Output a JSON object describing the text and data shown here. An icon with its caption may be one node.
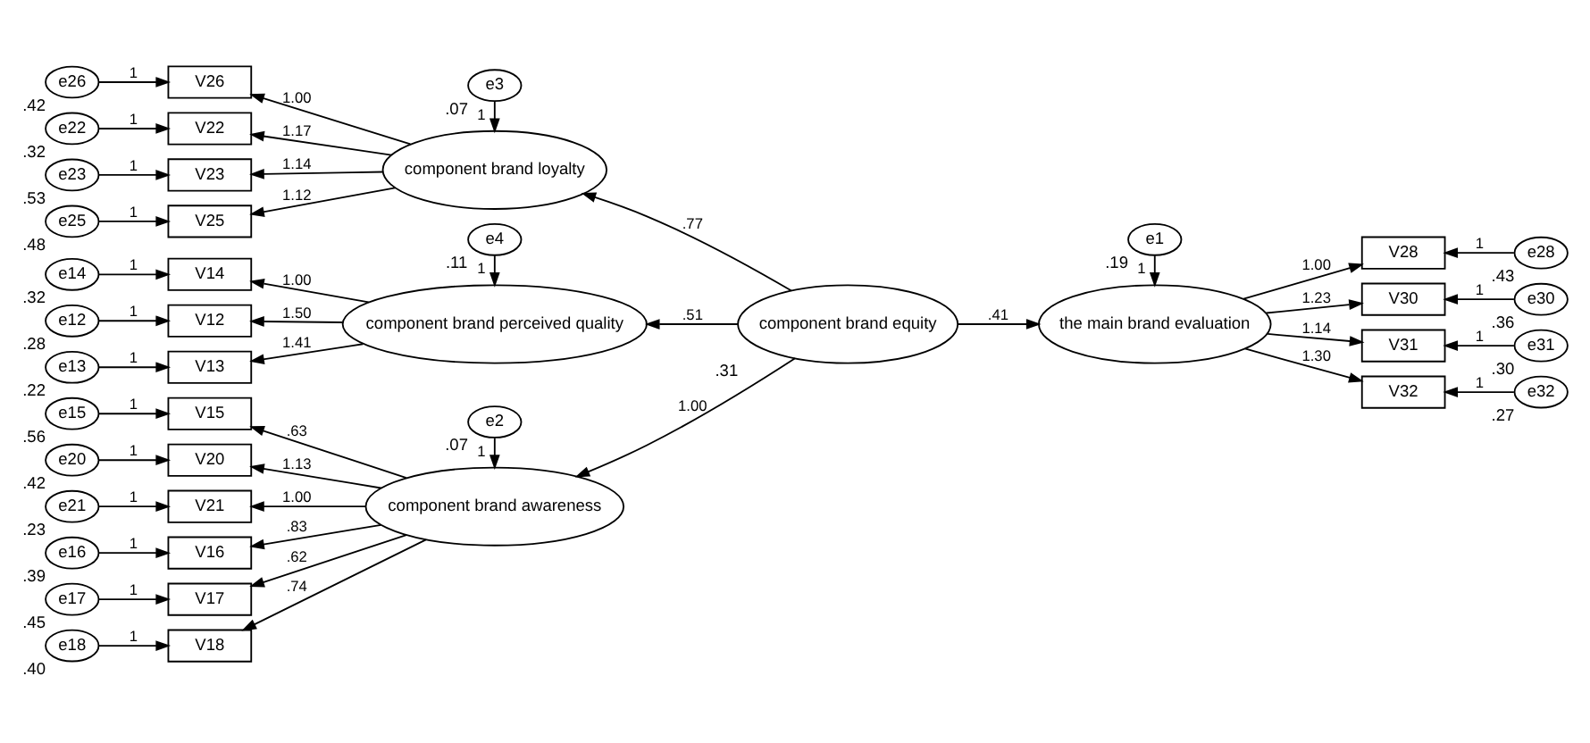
{
  "diagram": {
    "nodes": [
      {
        "text": [
          "e15"
        ],
        "beside": [
          ".56"
        ]
      },
      {
        "text": [
          "V15"
        ]
      },
      {
        "text": [
          "e16"
        ],
        "beside": [
          ".39"
        ]
      },
      {
        "text": [
          "V16"
        ]
      },
      {
        "text": [
          "e17"
        ],
        "beside": [
          ".45"
        ]
      },
      {
        "text": [
          "V17"
        ]
      },
      {
        "text": [
          "e18"
        ],
        "beside": [
          ".40"
        ]
      },
      {
        "text": [
          "V18"
        ]
      },
      {
        "text": [
          "e20"
        ],
        "beside": [
          ".42"
        ]
      },
      {
        "text": [
          "V20"
        ]
      },
      {
        "text": [
          "e21"
        ],
        "beside": [
          ".23"
        ]
      },
      {
        "text": [
          "V21"
        ]
      },
      {
        "text": [
          "e2"
        ],
        "beside": [
          ".07"
        ]
      },
      {
        "text": [
          "component brand awareness"
        ]
      },
      {
        "text": [
          "e22"
        ],
        "beside": [
          ".32"
        ]
      },
      {
        "text": [
          "V22"
        ]
      },
      {
        "text": [
          "e23"
        ],
        "beside": [
          ".53"
        ]
      },
      {
        "text": [
          "V23"
        ]
      },
      {
        "text": [
          "e25"
        ],
        "beside": [
          ".48"
        ]
      },
      {
        "text": [
          "V25"
        ]
      },
      {
        "text": [
          "e26"
        ],
        "beside": [
          ".42"
        ]
      },
      {
        "text": [
          "V26"
        ]
      },
      {
        "text": [
          "e3"
        ],
        "beside": [
          ".07"
        ]
      },
      {
        "text": [
          "component brand loyalty"
        ]
      },
      {
        "text": [
          "component brand equity"
        ],
        "beside": [
          ".31"
        ]
      },
      {
        "text": [
          "e1"
        ],
        "beside": [
          ".19"
        ]
      },
      {
        "text": [
          "the main brand evaluation"
        ]
      },
      {
        "text": [
          "V28"
        ]
      },
      {
        "text": [
          "e28"
        ],
        "beside": [
          ".43"
        ]
      },
      {
        "text": [
          "V30"
        ]
      },
      {
        "text": [
          "e30"
        ],
        "beside": [
          ".36"
        ]
      },
      {
        "text": [
          "V31"
        ]
      },
      {
        "text": [
          "e31"
        ],
        "beside": [
          ".30"
        ]
      },
      {
        "text": [
          "V32"
        ]
      },
      {
        "text": [
          "e32"
        ],
        "beside": [
          ".27"
        ]
      },
      {
        "text": [
          "e4"
        ],
        "beside": [
          ".11"
        ]
      },
      {
        "text": [
          "component brand perceived quality"
        ]
      },
      {
        "text": [
          "e12"
        ],
        "beside": [
          ".28"
        ]
      },
      {
        "text": [
          "V12"
        ]
      },
      {
        "text": [
          "e13"
        ],
        "beside": [
          ".22"
        ]
      },
      {
        "text": [
          "V13"
        ]
      },
      {
        "text": [
          "e14"
        ],
        "beside": [
          ".32"
        ]
      },
      {
        "text": [
          "V14"
        ]
      }
    ],
    "edges": [
      {
        "from": 0,
        "to": 1,
        "arrow": "to",
        "label": "1"
      },
      {
        "from": 2,
        "to": 3,
        "arrow": "to",
        "label": "1"
      },
      {
        "from": 4,
        "to": 5,
        "arrow": "to",
        "label": "1"
      },
      {
        "from": 6,
        "to": 7,
        "arrow": "to",
        "label": "1"
      },
      {
        "from": 8,
        "to": 9,
        "arrow": "to",
        "label": "1"
      },
      {
        "from": 10,
        "to": 11,
        "arrow": "to",
        "label": "1"
      },
      {
        "from": 12,
        "to": 13,
        "arrow": "to",
        "label": "1"
      },
      {
        "from": 13,
        "to": 1,
        "arrow": "to",
        "label": ".63"
      },
      {
        "from": 13,
        "to": 3,
        "arrow": "to",
        "label": ".83"
      },
      {
        "from": 13,
        "to": 5,
        "arrow": "to",
        "label": ".62"
      },
      {
        "from": 13,
        "to": 7,
        "arrow": "to",
        "label": ".74"
      },
      {
        "from": 13,
        "to": 9,
        "arrow": "to",
        "label": "1.13"
      },
      {
        "from": 13,
        "to": 11,
        "arrow": "to",
        "label": "1.00"
      },
      {
        "from": 14,
        "to": 15,
        "arrow": "to",
        "label": "1"
      },
      {
        "from": 16,
        "to": 17,
        "arrow": "to",
        "label": "1"
      },
      {
        "from": 18,
        "to": 19,
        "arrow": "to",
        "label": "1"
      },
      {
        "from": 20,
        "to": 21,
        "arrow": "to",
        "label": "1"
      },
      {
        "from": 22,
        "to": 23,
        "arrow": "to",
        "label": "1"
      },
      {
        "from": 23,
        "to": 15,
        "arrow": "to",
        "label": "1.17"
      },
      {
        "from": 23,
        "to": 17,
        "arrow": "to",
        "label": "1.14"
      },
      {
        "from": 23,
        "to": 19,
        "arrow": "to",
        "label": "1.12"
      },
      {
        "from": 23,
        "to": 21,
        "arrow": "to",
        "label": "1.00"
      },
      {
        "from": 24,
        "to": 13,
        "arrow": "to",
        "label": "1.00"
      },
      {
        "from": 24,
        "to": 23,
        "arrow": "to",
        "label": ".77"
      },
      {
        "from": 24,
        "to": 36,
        "arrow": "to",
        "label": ".51"
      },
      {
        "from": 24,
        "to": 26,
        "arrow": "to",
        "label": ".41"
      },
      {
        "from": 25,
        "to": 26,
        "arrow": "to",
        "label": "1"
      },
      {
        "from": 26,
        "to": 27,
        "arrow": "to",
        "label": "1.00"
      },
      {
        "from": 26,
        "to": 29,
        "arrow": "to",
        "label": "1.23"
      },
      {
        "from": 26,
        "to": 31,
        "arrow": "to",
        "label": "1.14"
      },
      {
        "from": 26,
        "to": 33,
        "arrow": "to",
        "label": "1.30"
      },
      {
        "from": 28,
        "to": 27,
        "arrow": "to",
        "label": "1"
      },
      {
        "from": 30,
        "to": 29,
        "arrow": "to",
        "label": "1"
      },
      {
        "from": 32,
        "to": 31,
        "arrow": "to",
        "label": "1"
      },
      {
        "from": 34,
        "to": 33,
        "arrow": "to",
        "label": "1"
      },
      {
        "from": 35,
        "to": 36,
        "arrow": "to",
        "label": "1"
      },
      {
        "from": 36,
        "to": 38,
        "arrow": "to",
        "label": "1.50"
      },
      {
        "from": 36,
        "to": 40,
        "arrow": "to",
        "label": "1.41"
      },
      {
        "from": 36,
        "to": 42,
        "arrow": "to",
        "label": "1.00"
      },
      {
        "from": 37,
        "to": 38,
        "arrow": "to",
        "label": "1"
      },
      {
        "from": 39,
        "to": 40,
        "arrow": "to",
        "label": "1"
      },
      {
        "from": 41,
        "to": 42,
        "arrow": "to",
        "label": "1"
      }
    ]
  }
}
